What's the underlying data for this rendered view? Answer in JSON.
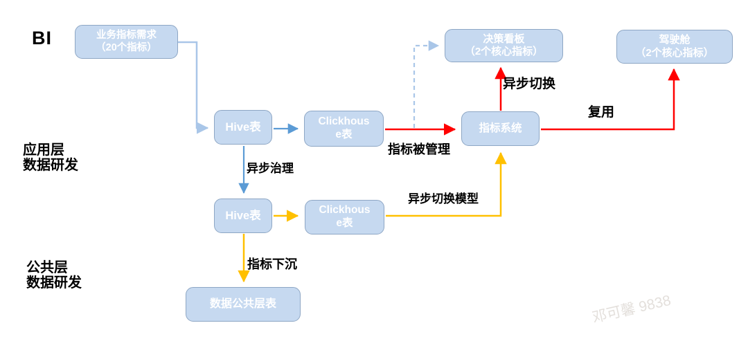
{
  "diagram": {
    "row_labels": {
      "bi": "BI",
      "app_layer": "应用层\n数据研发",
      "public_layer": "公共层\n数据研发"
    },
    "nodes": {
      "biz_demand": "业务指标需求\n（20个指标）",
      "hive1": "Hive表",
      "clickhouse1": "Clickhous\ne表",
      "metric_system": "指标系统",
      "decision_board": "决策看板\n（2个核心指标）",
      "cockpit": "驾驶舱\n（2个核心指标）",
      "hive2": "Hive表",
      "clickhouse2": "Clickhous\ne表",
      "public_table": "数据公共层表"
    },
    "edge_labels": {
      "async_governance": "异步治理",
      "metric_managed": "指标被管理",
      "async_switch": "异步切换",
      "reuse": "复用",
      "async_switch_model": "异步切换模型",
      "metric_sink": "指标下沉"
    },
    "colors": {
      "node_fill": "#C6D9F0",
      "node_border": "#8DA6C4",
      "node_text": "#FFFFFF",
      "arrow_blue": "#5B9BD5",
      "arrow_light_blue": "#A9C6E8",
      "arrow_red": "#FF0000",
      "arrow_yellow": "#FFC000",
      "label_text": "#000000"
    },
    "watermark": "邓可馨 9838"
  }
}
